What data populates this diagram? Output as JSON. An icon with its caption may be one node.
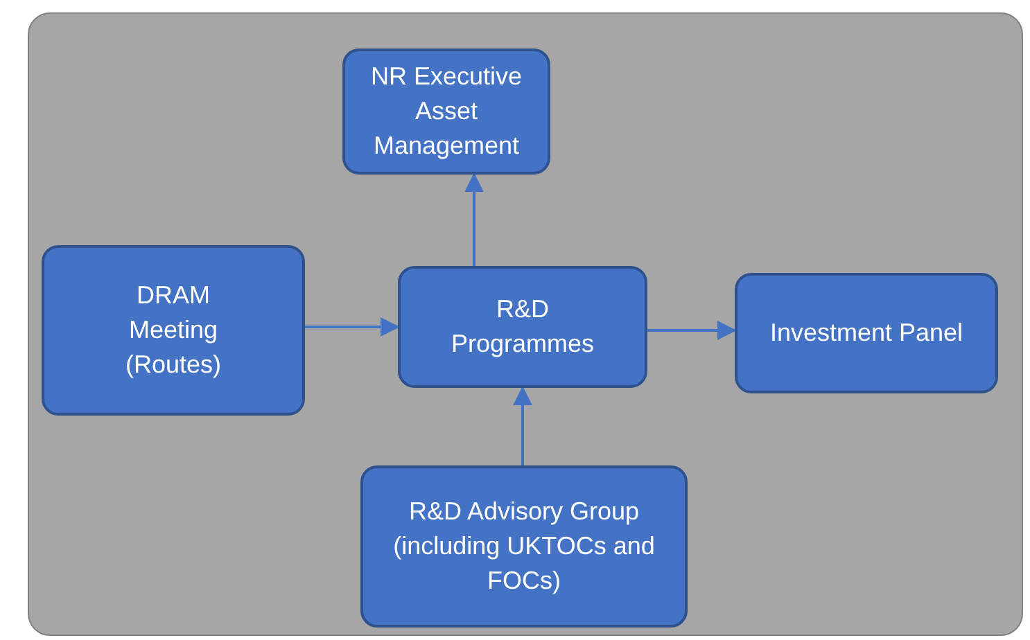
{
  "diagram": {
    "nodes": [
      {
        "text": [
          "NR Executive Asset Management"
        ]
      },
      {
        "text": [
          "DRAM Meeting (Routes)"
        ]
      },
      {
        "text": [
          "R&D Programmes"
        ]
      },
      {
        "text": [
          "Investment Panel"
        ]
      },
      {
        "text": [
          "R&D Advisory Group (including UKTOCs and FOCs)"
        ]
      }
    ],
    "edges": [
      {
        "from": 2,
        "to": 0,
        "arrow": "to"
      },
      {
        "from": 1,
        "to": 2,
        "arrow": "to"
      },
      {
        "from": 2,
        "to": 3,
        "arrow": "to"
      },
      {
        "from": 4,
        "to": 2,
        "arrow": "to"
      }
    ]
  }
}
